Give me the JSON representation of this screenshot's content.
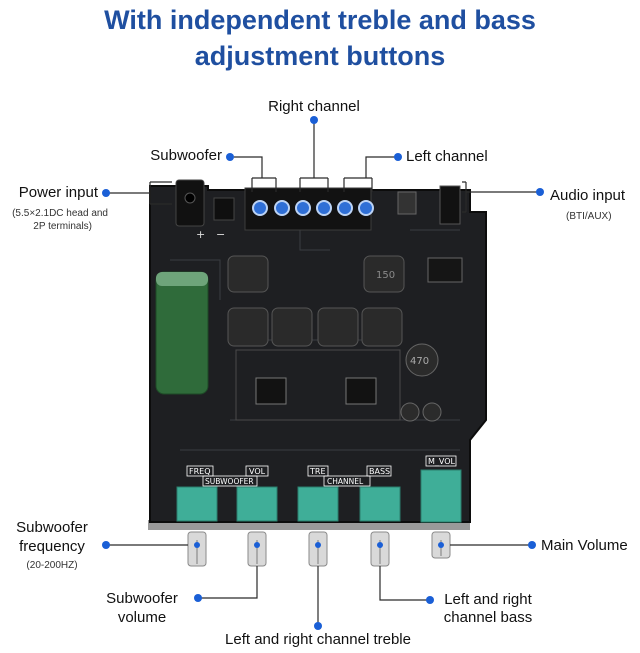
{
  "title": {
    "line1": "With independent treble and bass",
    "line2": "adjustment buttons"
  },
  "labels": {
    "right_channel": "Right channel",
    "subwoofer": "Subwoofer",
    "left_channel": "Left channel",
    "power_input": "Power input",
    "power_input_sub1": "(5.5×2.1DC head and",
    "power_input_sub2": "2P terminals)",
    "audio_input": "Audio input",
    "audio_input_sub": "(BTI/AUX)",
    "subwoofer_frequency_1": "Subwoofer",
    "subwoofer_frequency_2": "frequency",
    "subwoofer_frequency_sub": "(20-200HZ)",
    "main_volume": "Main Volume",
    "subwoofer_volume_1": "Subwoofer",
    "subwoofer_volume_2": "volume",
    "channel_bass_1": "Left and right",
    "channel_bass_2": "channel bass",
    "channel_treble": "Left and right channel treble"
  },
  "board_labels": {
    "freq": "FREQ",
    "vol": "VOL",
    "tre": "TRE",
    "bass": "BASS",
    "mvol": "M_VOL",
    "subwoofer": "SUBWOOFER",
    "channel": "CHANNEL",
    "inductor": "150",
    "capacitor": "470",
    "plus": "+",
    "minus": "−"
  },
  "colors": {
    "accent": "#1f4fa0",
    "dot": "#1a5fd6",
    "board": "#1e1f22",
    "knob": "#3fae98"
  }
}
